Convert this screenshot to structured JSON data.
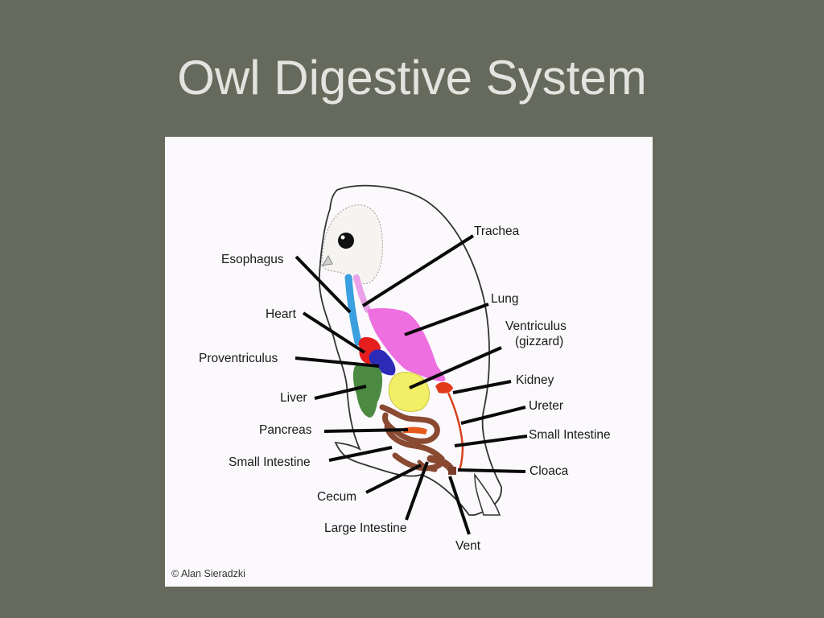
{
  "slide": {
    "title": "Owl Digestive System"
  },
  "diagram": {
    "labels": {
      "trachea": "Trachea",
      "esophagus": "Esophagus",
      "lung": "Lung",
      "heart": "Heart",
      "ventriculus_line1": "Ventriculus",
      "ventriculus_line2": "(gizzard)",
      "proventriculus": "Proventriculus",
      "kidney": "Kidney",
      "liver": "Liver",
      "ureter": "Ureter",
      "pancreas": "Pancreas",
      "small_intestine_right": "Small Intestine",
      "small_intestine_left": "Small Intestine",
      "cloaca": "Cloaca",
      "cecum": "Cecum",
      "large_intestine": "Large Intestine",
      "vent": "Vent"
    },
    "credit": "© Alan Sieradzki",
    "colors": {
      "esophagus": "#3aa0e0",
      "trachea": "#3aa0e0",
      "lung": "#ee6fe0",
      "heart": "#e61e1e",
      "proventriculus": "#2b2bb8",
      "liver": "#4c8a42",
      "ventriculus": "#f2ee66",
      "kidney": "#e03a1a",
      "intestine": "#8a4a32",
      "pancreas": "#e65a1e"
    }
  }
}
